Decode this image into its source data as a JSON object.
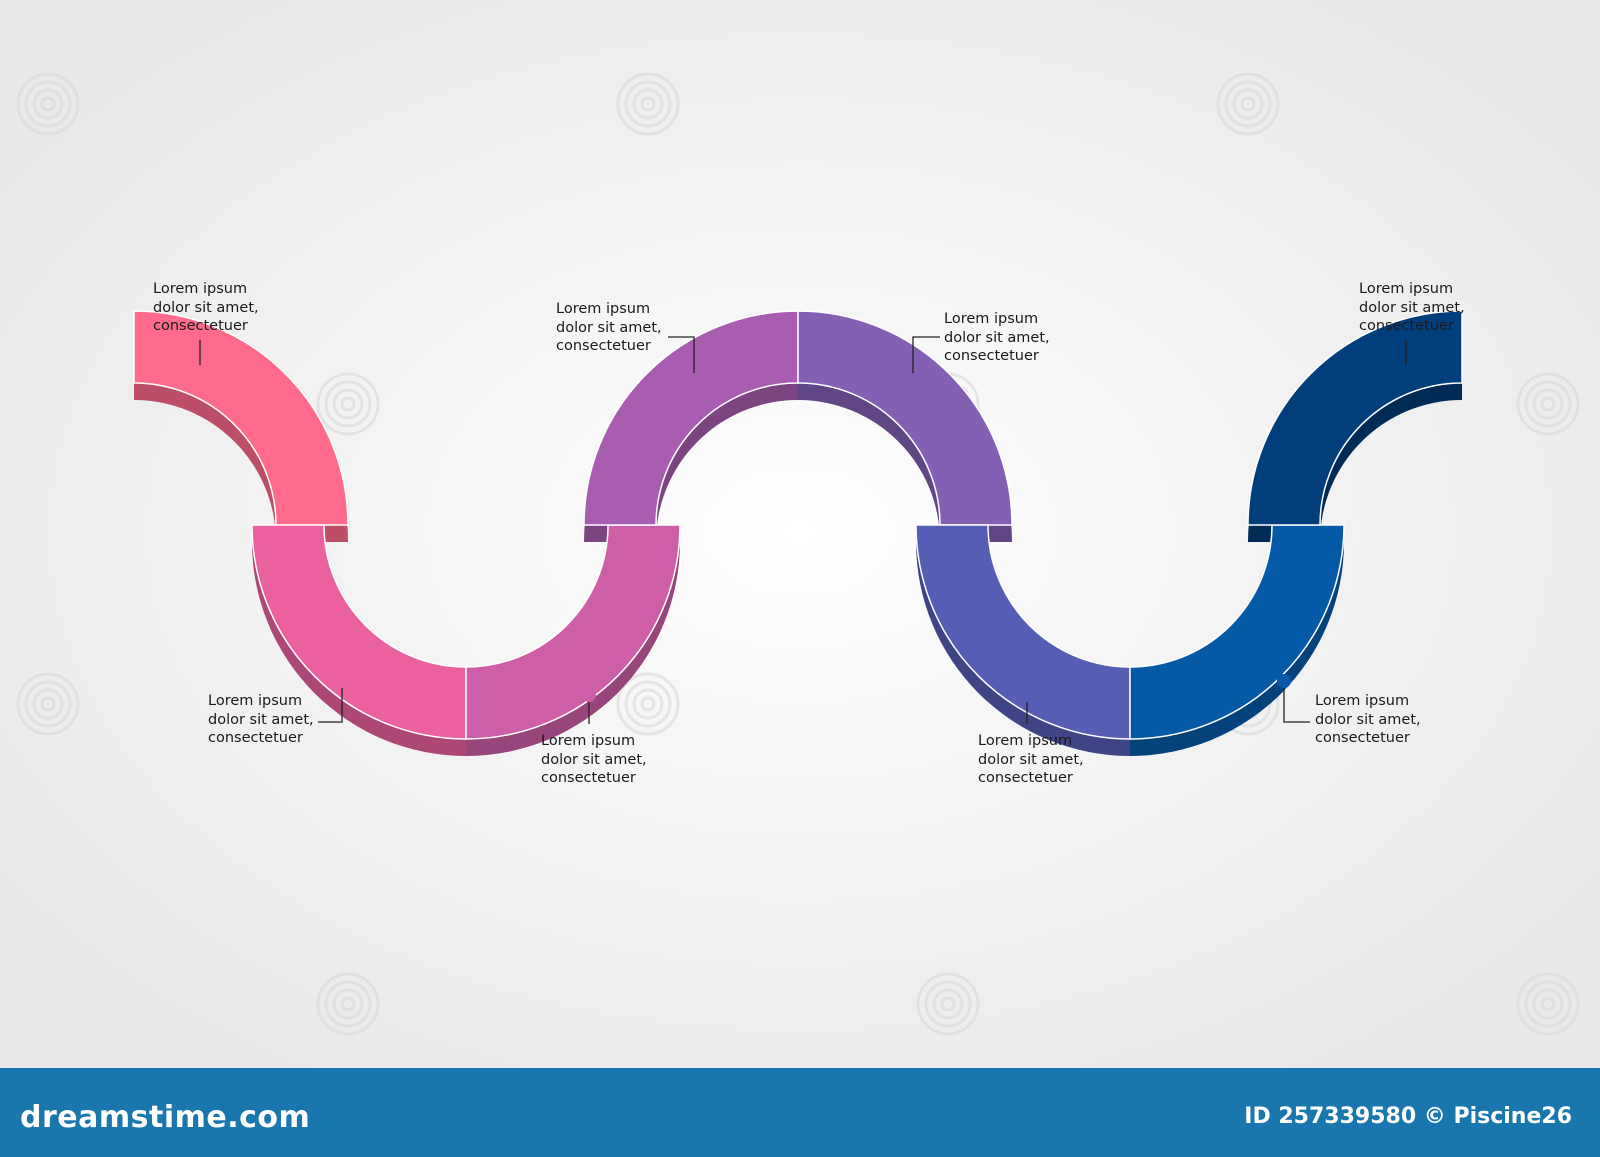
{
  "steps": [
    {
      "lines": [
        "Lorem ipsum",
        "dolor sit amet,",
        "consectetuer"
      ],
      "color": "#ff6a8d",
      "dark": "#bd4e68"
    },
    {
      "lines": [
        "Lorem ipsum",
        "dolor sit amet,",
        "consectetuer"
      ],
      "color": "#eb619f",
      "dark": "#ad4876"
    },
    {
      "lines": [
        "Lorem ipsum",
        "dolor sit amet,",
        "consectetuer"
      ],
      "color": "#ce5ea8",
      "dark": "#98457c"
    },
    {
      "lines": [
        "Lorem ipsum",
        "dolor sit amet,",
        "consectetuer"
      ],
      "color": "#a95db0",
      "dark": "#7d4482"
    },
    {
      "lines": [
        "Lorem ipsum",
        "dolor sit amet,",
        "consectetuer"
      ],
      "color": "#8460b4",
      "dark": "#614685"
    },
    {
      "lines": [
        "Lorem ipsum",
        "dolor sit amet,",
        "consectetuer"
      ],
      "color": "#565db4",
      "dark": "#3e4485"
    },
    {
      "lines": [
        "Lorem ipsum",
        "dolor sit amet,",
        "consectetuer"
      ],
      "color": "#055aa8",
      "dark": "#04427c"
    },
    {
      "lines": [
        "Lorem ipsum",
        "dolor sit amet,",
        "consectetuer"
      ],
      "color": "#003e7c",
      "dark": "#002b56"
    }
  ],
  "footer": {
    "brand": "dreamstime.com",
    "image_id": "ID 257339580 © Piscine26"
  }
}
